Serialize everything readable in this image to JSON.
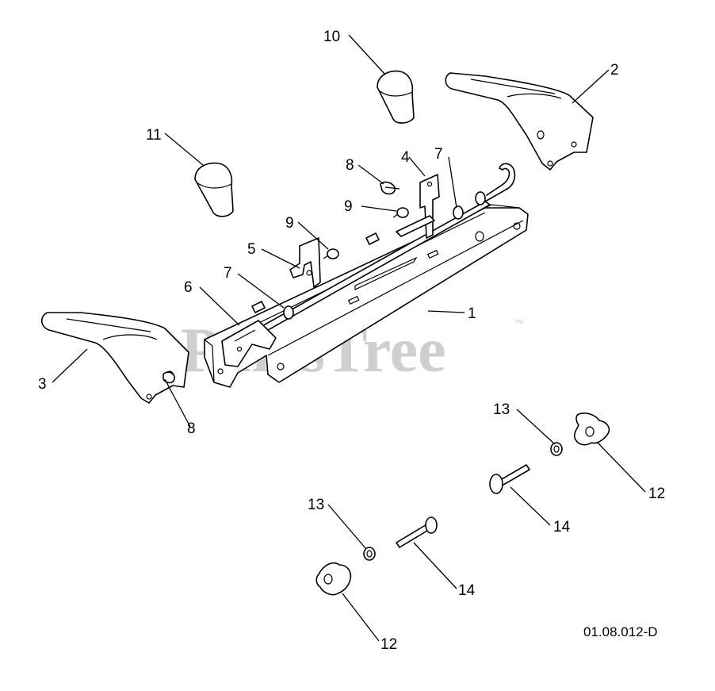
{
  "watermark": {
    "text": "PartsTree",
    "trademark": "™"
  },
  "drawing_reference": "01.08.012-D",
  "callouts": [
    {
      "id": "c1",
      "label": "1"
    },
    {
      "id": "c2",
      "label": "2"
    },
    {
      "id": "c3",
      "label": "3"
    },
    {
      "id": "c4",
      "label": "4"
    },
    {
      "id": "c5",
      "label": "5"
    },
    {
      "id": "c6",
      "label": "6"
    },
    {
      "id": "c7a",
      "label": "7"
    },
    {
      "id": "c7b",
      "label": "7"
    },
    {
      "id": "c8a",
      "label": "8"
    },
    {
      "id": "c8b",
      "label": "8"
    },
    {
      "id": "c9a",
      "label": "9"
    },
    {
      "id": "c9b",
      "label": "9"
    },
    {
      "id": "c10",
      "label": "10"
    },
    {
      "id": "c11",
      "label": "11"
    },
    {
      "id": "c12a",
      "label": "12"
    },
    {
      "id": "c12b",
      "label": "12"
    },
    {
      "id": "c13a",
      "label": "13"
    },
    {
      "id": "c13b",
      "label": "13"
    },
    {
      "id": "c14a",
      "label": "14"
    },
    {
      "id": "c14b",
      "label": "14"
    }
  ]
}
